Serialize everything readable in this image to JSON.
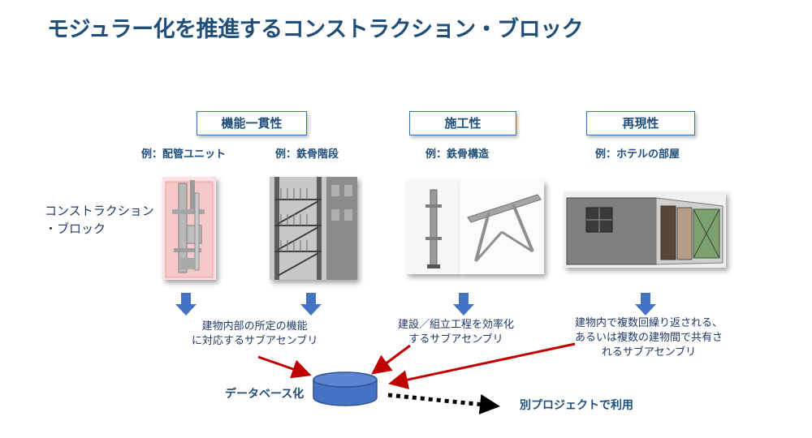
{
  "title": "モジュラー化を推進するコンストラクション・ブロック",
  "categories": {
    "consistency": "機能一貫性",
    "constructability": "施工性",
    "reproducibility": "再現性"
  },
  "examples": {
    "piping": "例：配管ユニット",
    "stairs": "例：鉄骨階段",
    "steel": "例：鉄骨構造",
    "hotel": "例：ホテルの部屋"
  },
  "left_label": {
    "line1": "コンストラクション",
    "line2": "・ブロック"
  },
  "descriptions": {
    "d1_line1": "建物内部の所定の機能",
    "d1_line2": "に対応するサブアセンブリ",
    "d2_line1": "建設／組立工程を効率化",
    "d2_line2": "するサブアセンブリ",
    "d3_line1": "建物内で複数回繰り返される、",
    "d3_line2": "あるいは複数の建物間で共有さ",
    "d3_line3": "れるサブアセンブリ"
  },
  "database_label": "データベース化",
  "reuse_label": "別プロジェクトで利用",
  "colors": {
    "title": "#1f4e79",
    "arrow_blue": "#4472c4",
    "arrow_red": "#c00000",
    "box_border": "#2e75b6"
  }
}
